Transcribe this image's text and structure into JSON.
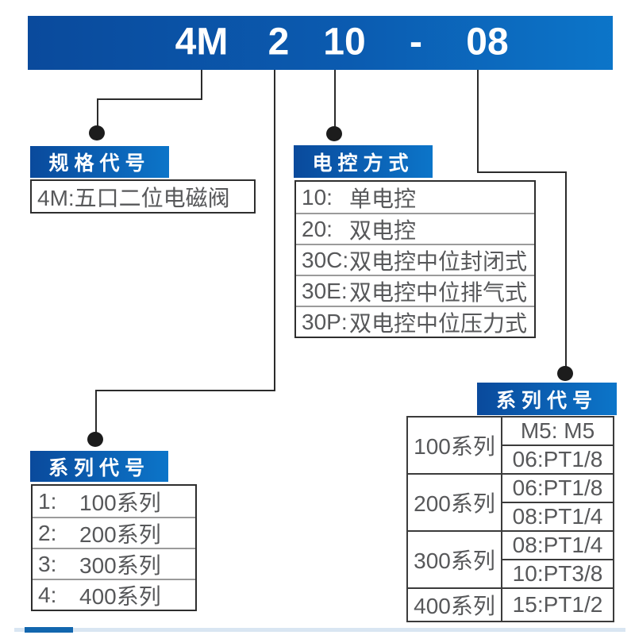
{
  "banner": {
    "parts": [
      "4M",
      "2",
      "10",
      "-",
      "08"
    ]
  },
  "spec": {
    "header": "规格代号",
    "content": "4M:五口二位电磁阀"
  },
  "control": {
    "header": "电控方式",
    "rows": [
      {
        "code": "10:",
        "label": "单电控"
      },
      {
        "code": "20:",
        "label": "双电控"
      },
      {
        "code": "30C:",
        "label": "双电控中位封闭式"
      },
      {
        "code": "30E:",
        "label": "双电控中位排气式"
      },
      {
        "code": "30P:",
        "label": "双电控中位压力式"
      }
    ]
  },
  "series": {
    "header": "系列代号",
    "rows": [
      {
        "code": "1:",
        "label": "100系列"
      },
      {
        "code": "2:",
        "label": "200系列"
      },
      {
        "code": "3:",
        "label": "300系列"
      },
      {
        "code": "4:",
        "label": "400系列"
      }
    ]
  },
  "port": {
    "header": "系列代号",
    "groups": [
      {
        "series": "100系列",
        "ports": [
          "M5: M5",
          "06:PT1/8"
        ]
      },
      {
        "series": "200系列",
        "ports": [
          "06:PT1/8",
          "08:PT1/4"
        ]
      },
      {
        "series": "300系列",
        "ports": [
          "08:PT1/4",
          "10:PT3/8"
        ]
      },
      {
        "series": "400系列",
        "ports": [
          "15:PT1/2"
        ]
      }
    ]
  },
  "colors": {
    "banner_left": "#0a4a9c",
    "banner_right": "#0c75c9",
    "line": "#2b2b2b",
    "dot": "#1c1c1c",
    "cell_text": "#57585a",
    "cell_border_dark": "#2e2e2e",
    "cell_border_gray": "#9b9b9b",
    "divider_dark": "#1266ae",
    "divider_light": "#d9e6f2"
  }
}
